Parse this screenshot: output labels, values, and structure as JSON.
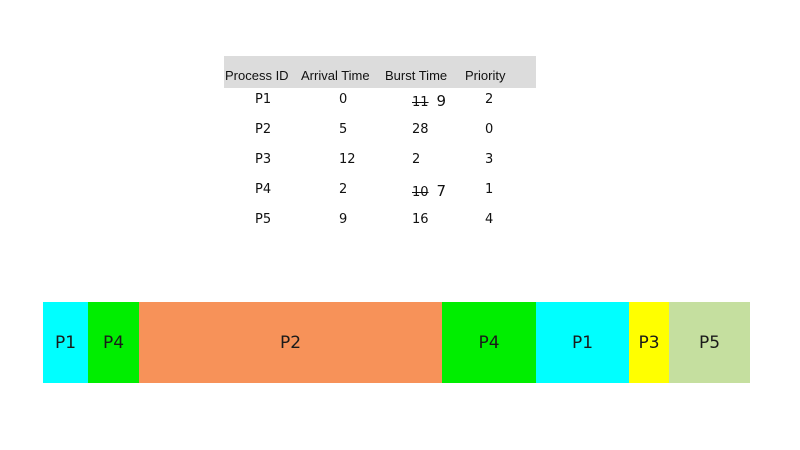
{
  "table": {
    "headers": [
      "Process ID",
      "Arrival Time",
      "Burst Time",
      "Priority"
    ],
    "rows": [
      {
        "pid": "P1",
        "arrival": "0",
        "burst_old": "11",
        "burst": "9",
        "priority": "2"
      },
      {
        "pid": "P2",
        "arrival": "5",
        "burst_old": "",
        "burst": "28",
        "priority": "0"
      },
      {
        "pid": "P3",
        "arrival": "12",
        "burst_old": "",
        "burst": "2",
        "priority": "3"
      },
      {
        "pid": "P4",
        "arrival": "2",
        "burst_old": "10",
        "burst": "7",
        "priority": "1"
      },
      {
        "pid": "P5",
        "arrival": "9",
        "burst_old": "",
        "burst": "16",
        "priority": "4"
      }
    ]
  },
  "gantt": {
    "segments": [
      {
        "label": "P1",
        "color": "#00ffff"
      },
      {
        "label": "P4",
        "color": "#00ee00"
      },
      {
        "label": "P2",
        "color": "#f79259"
      },
      {
        "label": "P4",
        "color": "#00ee00"
      },
      {
        "label": "P1",
        "color": "#00ffff"
      },
      {
        "label": "P3",
        "color": "#ffff00"
      },
      {
        "label": "P5",
        "color": "#c5df9f"
      }
    ]
  }
}
